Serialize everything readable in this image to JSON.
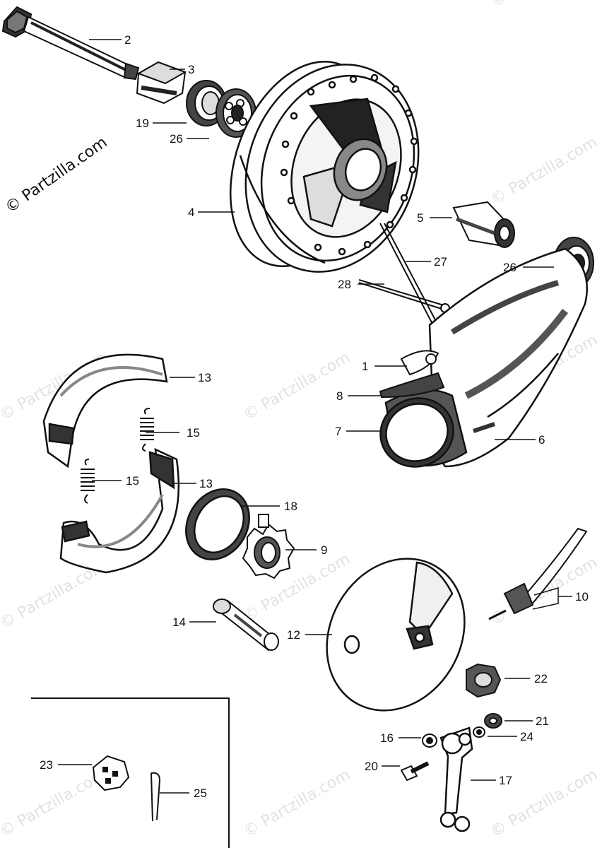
{
  "watermark": {
    "main": "© Partzilla.com",
    "repeat": "© Partzilla.com"
  },
  "callouts": {
    "c2": "2",
    "c3": "3",
    "c19": "19",
    "c26a": "26",
    "c4": "4",
    "c5": "5",
    "c27": "27",
    "c26b": "26",
    "c28": "28",
    "c13a": "13",
    "c1": "1",
    "c15a": "15",
    "c8": "8",
    "c7": "7",
    "c6": "6",
    "c15b": "15",
    "c13b": "13",
    "c18": "18",
    "c9": "9",
    "c10": "10",
    "c14": "14",
    "c12": "12",
    "c22": "22",
    "c21": "21",
    "c16": "16",
    "c24": "24",
    "c23": "23",
    "c20": "20",
    "c17": "17",
    "c25": "25"
  }
}
